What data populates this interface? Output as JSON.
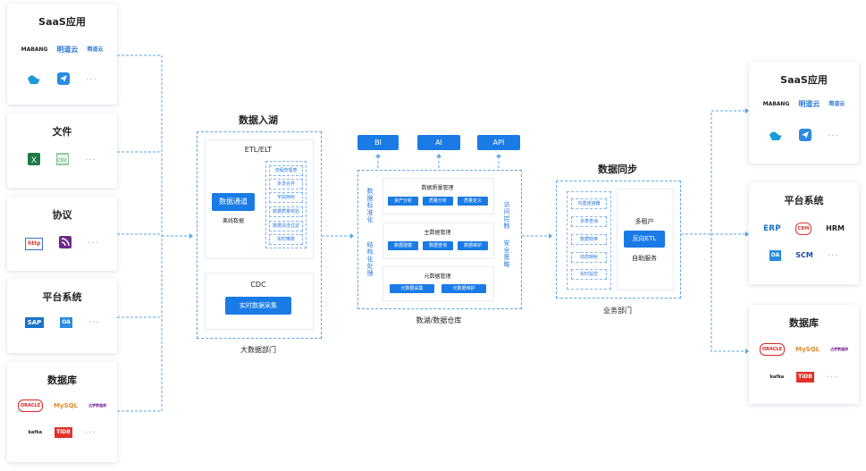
{
  "colors": {
    "primary": "#1a7be6",
    "connector": "#5aa5e8",
    "text": "#222222"
  },
  "left_sources": [
    {
      "title": "SaaS应用",
      "logos": [
        "MABANG",
        "明道云",
        "简道云"
      ],
      "icons": [
        "blue-wave-icon",
        "paper-plane-icon"
      ],
      "more": "···"
    },
    {
      "title": "文件",
      "logos": [],
      "icons": [
        "excel-icon",
        "csv-icon"
      ],
      "more": "···"
    },
    {
      "title": "协议",
      "logos": [
        "http"
      ],
      "icons": [
        "http-icon",
        "rss-icon"
      ],
      "more": "···"
    },
    {
      "title": "平台系统",
      "logos": [
        "SAP",
        "OA"
      ],
      "icons": [
        "sap-icon",
        "oa-icon"
      ],
      "more": "···"
    },
    {
      "title": "数据库",
      "logos": [
        "ORACLE",
        "MySQL",
        "达梦数据库",
        "kafka",
        "TiDB"
      ],
      "icons": [],
      "more": "···"
    }
  ],
  "ingest": {
    "title": "数据入湖",
    "etl_title": "ETL/ELT",
    "channel_btn": "数据通道",
    "offline_label": "离线数据",
    "etl_items": [
      "流程管理表",
      "多流合并",
      "字段映射",
      "数据质量校验",
      "数据清洗过滤",
      "实时推数"
    ],
    "cdc_title": "CDC",
    "cdc_btn": "实时数据采集",
    "dept": "大数据部门"
  },
  "lake": {
    "top_buttons": [
      "BI",
      "AI",
      "API"
    ],
    "left_vertical": "数据标准化",
    "left_vertical2": "结构化处理",
    "right_vertical": "访问控制",
    "right_vertical2": "安全策略",
    "sections": [
      {
        "title": "数据质量管理",
        "items": [
          "资产分析",
          "质量分析",
          "质量定义"
        ]
      },
      {
        "title": "主数据管理",
        "items": [
          "数据建模",
          "数据查询",
          "数据维护"
        ]
      },
      {
        "title": "元数据管理",
        "items": [
          "元数据采集",
          "元数据维护"
        ]
      }
    ],
    "caption": "数湖/数据仓库"
  },
  "sync": {
    "title": "数据同步",
    "items": [
      "内置连接器",
      "多表查询",
      "数据转换",
      "动态映射",
      "实时监控"
    ],
    "multi_tenant": "多租户",
    "reverse_etl": "反向ETL",
    "self_service": "自助服务",
    "dept": "业务部门"
  },
  "right_targets": [
    {
      "title": "SaaS应用",
      "logos": [
        "MABANG",
        "明道云",
        "简道云"
      ],
      "more": "···"
    },
    {
      "title": "平台系统",
      "logos": [
        "ERP",
        "CRM",
        "HRM",
        "OA",
        "SCM"
      ],
      "more": "···"
    },
    {
      "title": "数据库",
      "logos": [
        "ORACLE",
        "MySQL",
        "达梦数据库",
        "kafka",
        "TiDB"
      ],
      "more": "···"
    }
  ]
}
